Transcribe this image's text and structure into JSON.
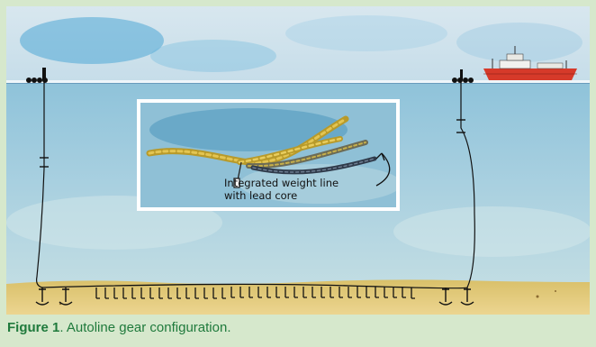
{
  "inset": {
    "label_line1": "Integrated weight line",
    "label_line2": "with lead core"
  },
  "caption": {
    "label": "Figure 1",
    "text": ". Autoline gear configuration."
  },
  "icons": [
    "ship-icon",
    "float-buoy-icon",
    "anchor-icon",
    "hook-icon",
    "weight-line-coil"
  ],
  "colors": {
    "sky": "#cfe2ee",
    "water": "#a9cfe0",
    "seabed": "#e3c97a",
    "ship_hull": "#d63a2a",
    "caption_text": "#1f7a3c",
    "rope": "#c7a936"
  }
}
